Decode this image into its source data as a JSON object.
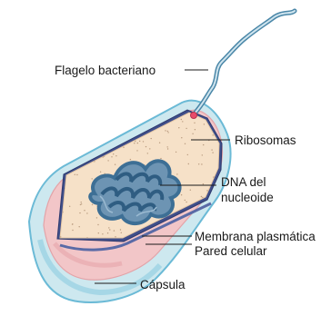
{
  "labels": {
    "flagellum": "Flagelo bacteriano",
    "ribosomes": "Ribosomas",
    "dna_line1": "DNA del",
    "dna_line2": "nucleoide",
    "plasma_membrane": "Membrana plasmática",
    "cell_wall": "Pared celular",
    "capsule": "Cápsula"
  },
  "colors": {
    "capsule": "#cde8ef",
    "capsule_edge": "#5fb3d1",
    "cell_wall": "#f2c6c8",
    "membrane": "#3f4e8a",
    "cytoplasm": "#f6e1c8",
    "dna": "#3d6f95",
    "flagellum": "#4a87a8"
  }
}
